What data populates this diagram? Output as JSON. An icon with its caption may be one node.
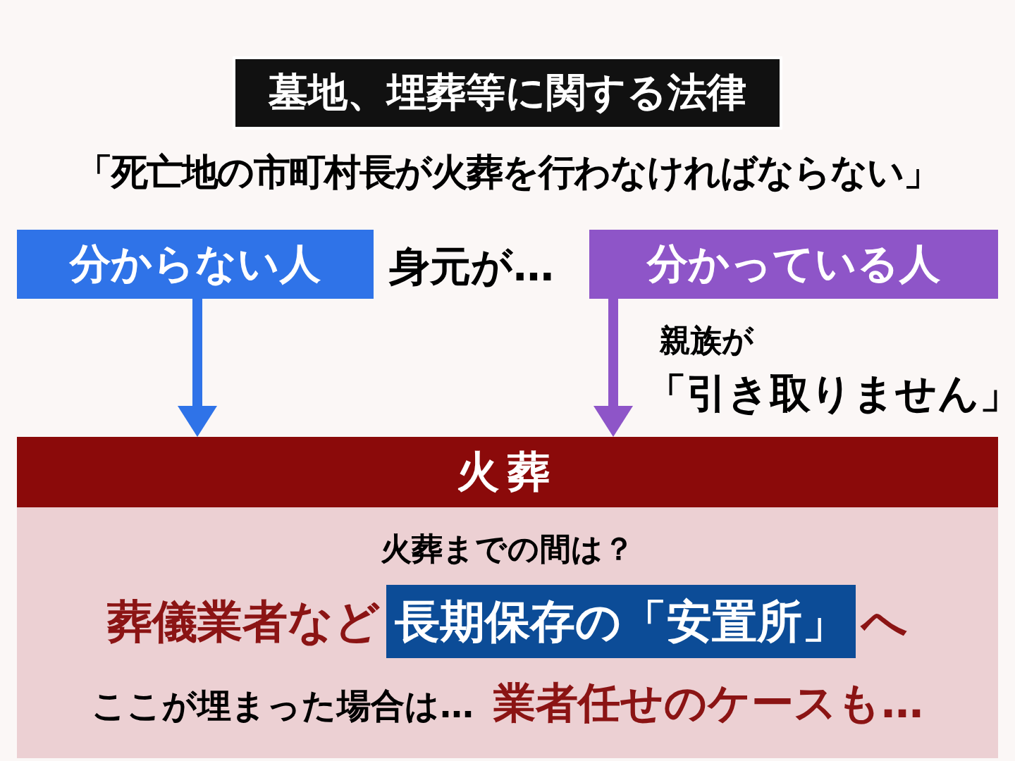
{
  "diagram": {
    "title": "墓地、埋葬等に関する法律",
    "nodes": [
      {
        "text": [
          "分からない人"
        ]
      },
      {
        "text": [
          "分かっている人"
        ]
      },
      {
        "text": [
          "火葬",
          "火葬までの間は？",
          "葬儀業者など",
          "へ",
          "ここが埋まった場合は…",
          "業者任せのケースも…"
        ]
      },
      {
        "text": [
          "長期保存の「安置所」"
        ],
        "in": 2
      }
    ],
    "edges": [
      {
        "from": 0,
        "to": 2,
        "arrow": "to",
        "color": "#2f73e8"
      },
      {
        "from": 1,
        "to": 2,
        "arrow": "to",
        "color": "#8e55c8"
      }
    ],
    "labels": [
      "「死亡地の市町村長が火葬を行わなければならない」",
      "身元が…",
      "親族が",
      "「引き取りません」"
    ]
  }
}
